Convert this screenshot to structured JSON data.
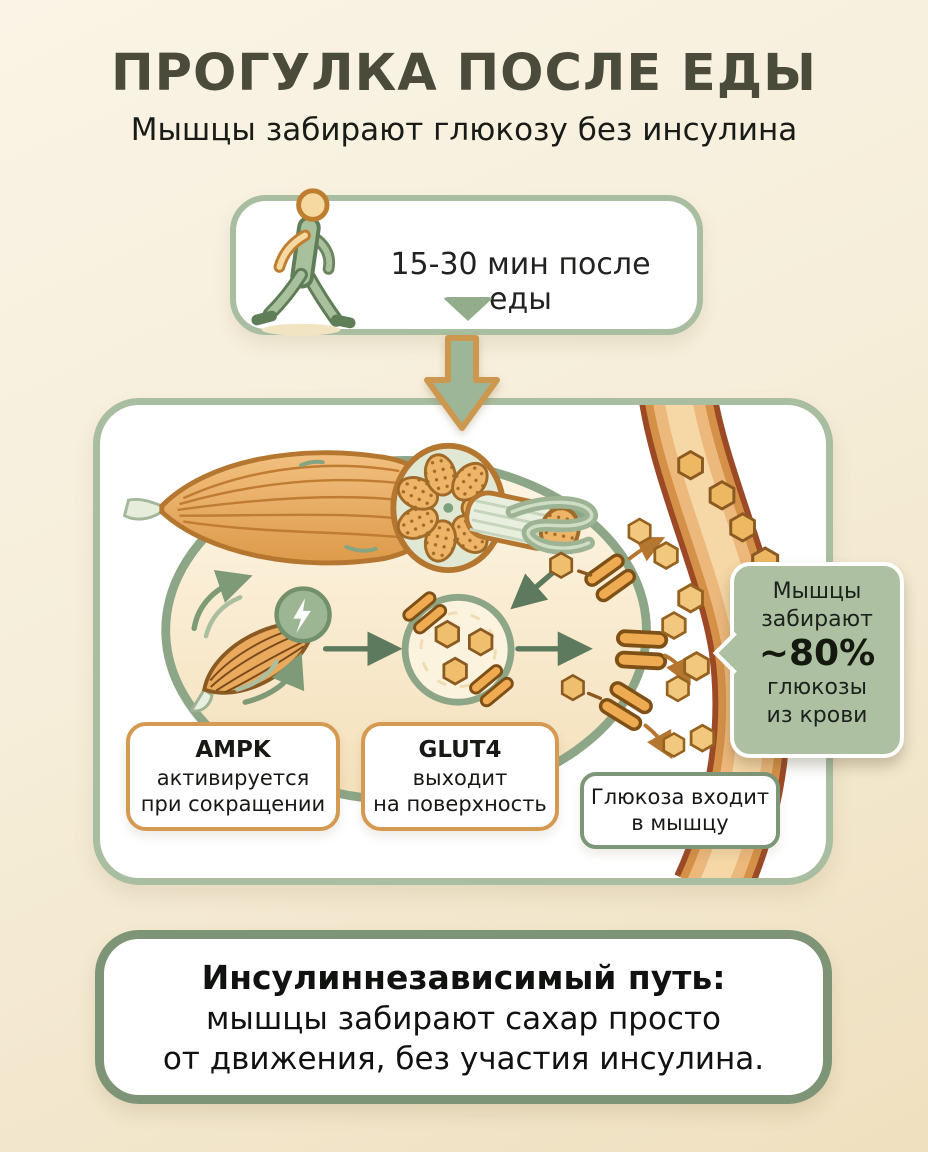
{
  "header": {
    "title": "ПРОГУЛКА ПОСЛЕ ЕДЫ",
    "subtitle": "Мышцы забирают глюкозу без инсулина"
  },
  "timing_card": {
    "label": "15-30 мин после еды",
    "icon": "walking-person-icon"
  },
  "diagram": {
    "labels": {
      "ampk": {
        "title": "AMPK",
        "line1": "активируется",
        "line2": "при сокращении"
      },
      "glut4": {
        "title": "GLUT4",
        "line1": "выходит",
        "line2": "на поверхность"
      },
      "glucose": {
        "line1": "Глюкоза входит",
        "line2": "в мышцу"
      }
    },
    "callout": {
      "line1": "Мышцы",
      "line2": "забирают",
      "highlight": "~80%",
      "line3": "глюкозы",
      "line4": "из крови"
    },
    "icons": [
      "muscle-fiber-bundle",
      "lightning-bolt-icon",
      "glut4-vesicle",
      "glut4-channel",
      "glucose-hexagon",
      "blood-vessel",
      "cell-membrane"
    ]
  },
  "footer_card": {
    "title": "Инсулиннезависимый путь:",
    "line1": "мышцы забирают сахар просто",
    "line2": "от движения, без участия инсулина."
  },
  "colors": {
    "background_top": "#f8f2e2",
    "background_bottom": "#efe0bf",
    "title": "#4b4b3b",
    "sage_border": "#a9bda0",
    "dark_sage_border": "#7d9477",
    "orange_label_border": "#d49a51",
    "callout_green": "#adc1a2",
    "muscle_orange": "#e8a95a",
    "glucose_amber": "#eeb863",
    "vessel_brown": "#9c4a26",
    "arrow_green": "#5d7a5e"
  }
}
